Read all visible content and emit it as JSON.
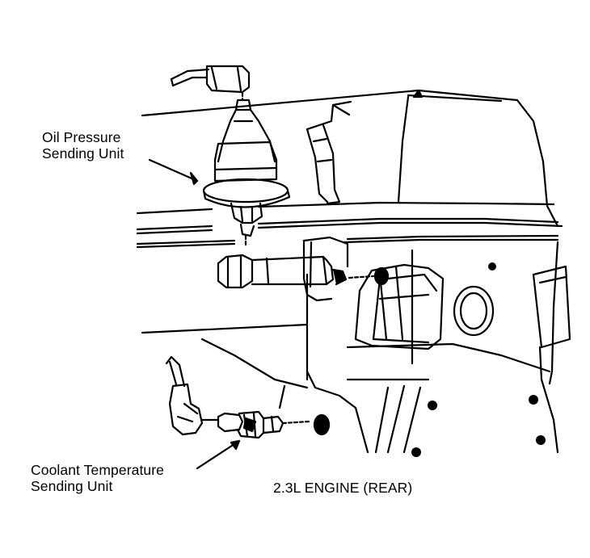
{
  "callouts": {
    "oil": {
      "line1": "Oil Pressure",
      "line2": "Sending Unit"
    },
    "coolant": {
      "line1": "Coolant Temperature",
      "line2": "Sending Unit"
    }
  },
  "caption": "2.3L ENGINE (REAR)",
  "colors": {
    "ink": "#000000",
    "paper": "#ffffff"
  }
}
